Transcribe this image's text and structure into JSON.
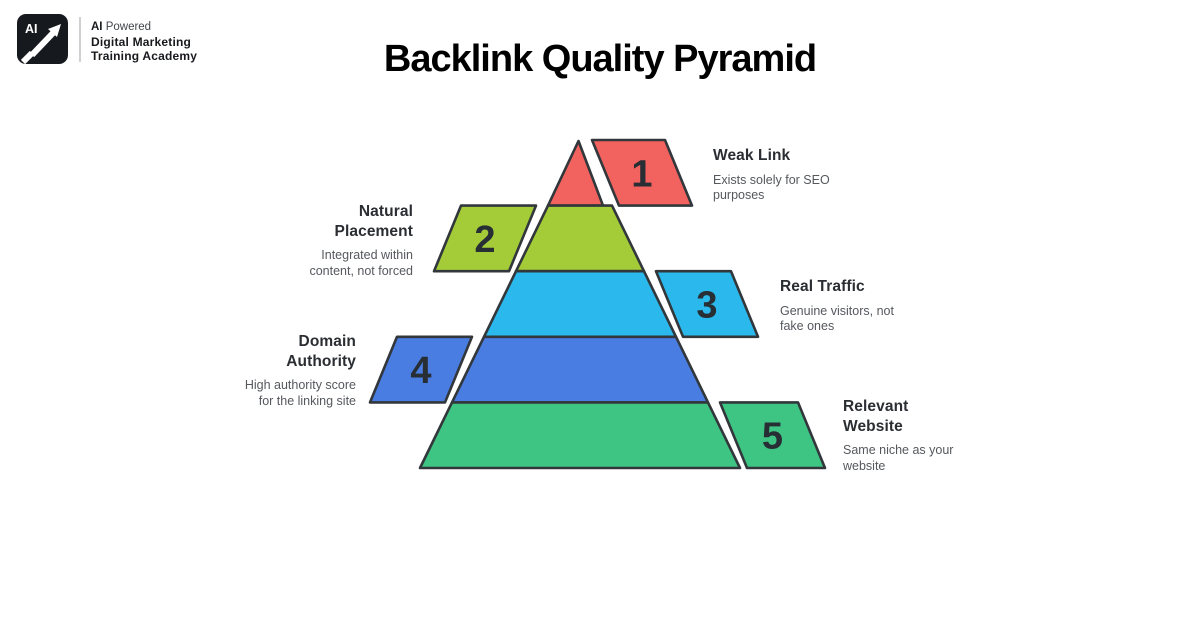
{
  "header": {
    "logo": {
      "mark_text": "AI",
      "line1_bold": "AI",
      "line1_rest": " Powered",
      "line2": "Digital Marketing",
      "line3": "Training Academy"
    },
    "title": "Backlink Quality Pyramid"
  },
  "chart_data": {
    "type": "pyramid",
    "title": "Backlink Quality Pyramid",
    "outline_color": "#32373b",
    "number_color": "#272e34",
    "levels": [
      {
        "rank": "1",
        "side": "right",
        "color": "#f2625e",
        "label": "Weak Link",
        "label_lines": [
          "Weak Link"
        ],
        "description": "Exists solely for SEO purposes",
        "description_lines": [
          "Exists solely for SEO",
          "purposes"
        ]
      },
      {
        "rank": "2",
        "side": "left",
        "color": "#a4cc38",
        "label": "Natural Placement",
        "label_lines": [
          "Natural",
          "Placement"
        ],
        "description": "Integrated within content, not forced",
        "description_lines": [
          "Integrated within",
          "content, not forced"
        ]
      },
      {
        "rank": "3",
        "side": "right",
        "color": "#2bb8ec",
        "label": "Real Traffic",
        "label_lines": [
          "Real Traffic"
        ],
        "description": "Genuine visitors, not fake ones",
        "description_lines": [
          "Genuine visitors, not",
          "fake ones"
        ]
      },
      {
        "rank": "4",
        "side": "left",
        "color": "#4a7de2",
        "label": "Domain Authority",
        "label_lines": [
          "Domain",
          "Authority"
        ],
        "description": "High authority score for the linking site",
        "description_lines": [
          "High authority score",
          "for the linking site"
        ]
      },
      {
        "rank": "5",
        "side": "right",
        "color": "#3ec584",
        "label": "Relevant Website",
        "label_lines": [
          "Relevant",
          "Website"
        ],
        "description": "Same niche as your website",
        "description_lines": [
          "Same niche as your",
          "website"
        ]
      }
    ]
  }
}
